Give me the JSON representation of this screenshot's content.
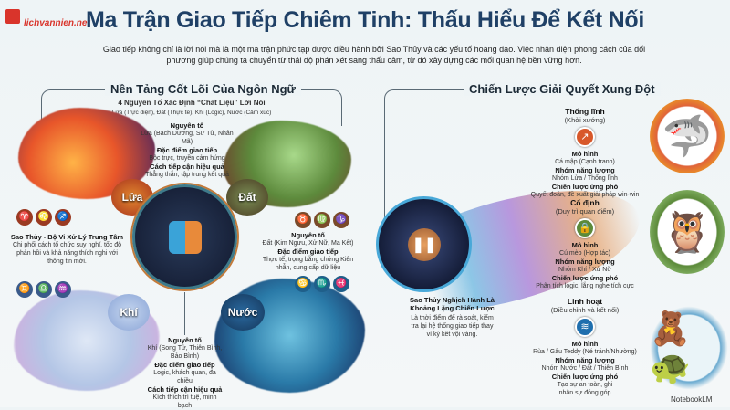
{
  "header": {
    "logo_text": "lichvannien.net",
    "title": "Ma Trận Giao Tiếp Chiêm Tinh: Thấu Hiểu Để Kết Nối",
    "subtitle": "Giao tiếp không chỉ là lời nói mà là một ma trận phức tạp được điều hành bởi Sao Thủy và các yếu tố hoàng đạo. Việc nhận diện phong cách của đối phương giúp chúng ta chuyển từ thái độ phán xét sang thấu cảm, từ đó xây dựng các mối quan hệ bền vững hơn."
  },
  "left": {
    "title": "Nền Tảng Cốt Lõi Của Ngôn Ngữ",
    "subtitle": "4 Nguyên Tố Xác Định “Chất Liệu” Lời Nói",
    "elements_line": "Lửa (Trực diện), Đất (Thực tế), Khí (Logic), Nước (Cảm xúc)",
    "center": {
      "title": "Sao Thủy - Bộ Vi Xử Lý Trung Tâm",
      "text": "Chi phối cách tổ chức suy nghĩ, tốc độ phản hồi và khả năng thích nghi với thông tin mới."
    },
    "fire": {
      "label": "Lửa",
      "h1": "Nguyên tố",
      "v1": "Lửa (Bạch Dương, Sư Tử, Nhân Mã)",
      "h2": "Đặc điểm giao tiếp",
      "v2": "Bộc trực, truyền cảm hứng",
      "h3": "Cách tiếp cận hiệu quả",
      "v3": "Thẳng thắn, tập trung kết quả",
      "icons": [
        "ram-icon",
        "lion-icon",
        "centaur-icon"
      ]
    },
    "earth": {
      "label": "Đất",
      "h1": "Nguyên tố",
      "v1": "Đất (Kim Ngưu, Xử Nữ, Ma Kết)",
      "h2": "Đặc điểm giao tiếp",
      "v2": "Thực tế, trọng bằng chứng Kiên nhẫn, cung cấp dữ liệu",
      "icons": [
        "bull-icon",
        "maiden-icon",
        "goat-icon"
      ]
    },
    "air": {
      "label": "Khí",
      "h1": "Nguyên tố",
      "v1": "Khí (Song Tử, Thiên Bình, Bảo Bình)",
      "h2": "Đặc điểm giao tiếp",
      "v2": "Logic, khách quan, đa chiều",
      "h3": "Cách tiếp cận hiệu quả",
      "v3": "Kích thích trí tuệ, minh bạch",
      "icons": [
        "twins-icon",
        "scales-icon",
        "aquarius-icon"
      ]
    },
    "water": {
      "label": "Nước",
      "icons": [
        "crab-icon",
        "scorpion-icon",
        "fish-icon"
      ]
    }
  },
  "right": {
    "title": "Chiến Lược Giải Quyết Xung Đột",
    "retro": {
      "title": "Sao Thủy Nghịch Hành Là Khoảng Lặng Chiến Lược",
      "text": "Là thời điểm để rà soát, kiểm tra lại hệ thống giao tiếp thay vì ký kết vội vàng."
    },
    "strategies": [
      {
        "name": "Thống lĩnh",
        "sub": "(Khởi xướng)",
        "h1": "Mô hình",
        "v1": "Cá mập (Cạnh tranh)",
        "h2": "Nhóm năng lượng",
        "v2": "Nhóm Lửa / Thống lĩnh",
        "h3": "Chiến lược ứng phó",
        "v3": "Quyết đoán, đề xuất giải pháp win-win",
        "icon": "arrow-up-right-icon",
        "color": "#d8582a",
        "animal": "shark"
      },
      {
        "name": "Cố định",
        "sub": "(Duy trì quan điểm)",
        "h1": "Mô hình",
        "v1": "Cú mèo (Hợp tác)",
        "h2": "Nhóm năng lượng",
        "v2": "Nhóm Khí / Xử Nữ",
        "h3": "Chiến lược ứng phó",
        "v3": "Phân tích logic, lắng nghe tích cực",
        "icon": "lock-icon",
        "color": "#5c8a3a",
        "animal": "owl"
      },
      {
        "name": "Linh hoạt",
        "sub": "(Điều chỉnh và kết nối)",
        "h1": "Mô hình",
        "v1": "Rùa / Gấu Teddy (Né tránh/Nhường)",
        "h2": "Nhóm năng lượng",
        "v2": "Nhóm Nước / Đất / Thiên Bình",
        "h3": "Chiến lược ứng phó",
        "v3": "Tạo sự an toàn, ghi nhận sự đóng góp",
        "icon": "wave-icon",
        "color": "#1f6fae",
        "animal": "turtle-bear"
      }
    ]
  },
  "footer": {
    "watermark": "NotebookLM"
  }
}
